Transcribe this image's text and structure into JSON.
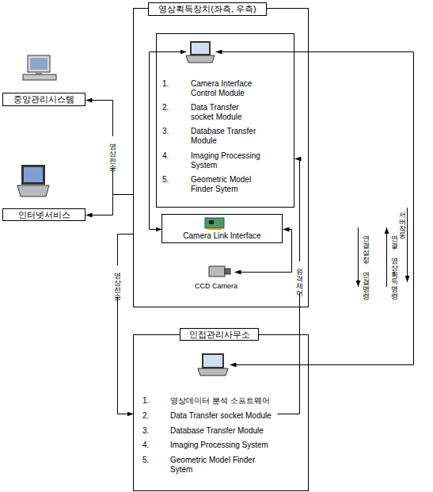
{
  "diagram": {
    "nodes": [
      {
        "text": [
          "영상획득장치(좌측, 우측)"
        ]
      },
      {
        "text": [
          "1.",
          "Camera Interface Control Module",
          "2.",
          "Data Transfer socket Module",
          "3.",
          "Database Transfer Module",
          "4.",
          "Imaging Processing System",
          "5.",
          "Geometric Model Finder Sytem"
        ],
        "in": 0
      },
      {
        "text": [
          "Camera Link Interface"
        ],
        "in": 0
      },
      {
        "text": [
          "CCD Camera"
        ],
        "in": 0
      },
      {
        "text": [
          "중앙관리시스템"
        ]
      },
      {
        "text": [
          "인터넷서비스"
        ]
      },
      {
        "text": [
          "인접관리사무소",
          "1.",
          "영상데이터 분석 소프트웨어",
          "2.",
          "Data Transfer socket Module",
          "3.",
          "Database Transfer Module",
          "4.",
          "Imaging Processing System",
          "5.",
          "Geometric Model Finder Sytem"
        ]
      }
    ],
    "edges": [
      {
        "from": 0,
        "to": 4,
        "arrow": "to"
      },
      {
        "from": 0,
        "to": 5,
        "arrow": "to"
      },
      {
        "from": 0,
        "to": 6,
        "label": "영상전송",
        "arrow": "to"
      },
      {
        "from": 6,
        "to": 1,
        "label": "원격제어",
        "arrow": "to"
      },
      {
        "from": 1,
        "to": 2,
        "arrow": "both"
      },
      {
        "from": 2,
        "to": 3,
        "arrow": "both"
      },
      {
        "from": 1,
        "to": 6,
        "arrow": "both"
      }
    ],
    "labels": [
      "영상전송",
      "연결설정 – 연결명령",
      "연결 – 영상획득명령",
      "서버작동"
    ]
  }
}
